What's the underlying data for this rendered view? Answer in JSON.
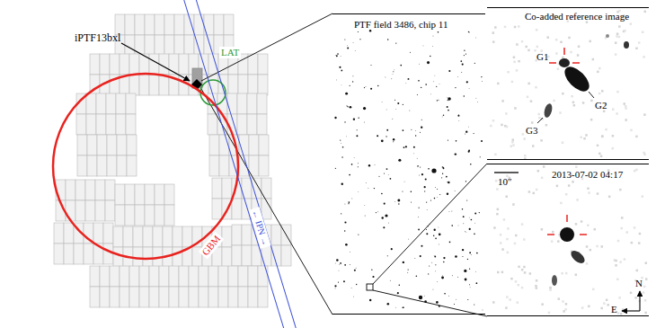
{
  "diagram": {
    "nodes": [
      {
        "text": [
          "LAT"
        ]
      },
      {
        "text": [
          "GBM"
        ]
      },
      {
        "text": [
          "← IPN →"
        ]
      },
      {
        "text": [
          "PTF field 3486, chip 11"
        ]
      },
      {
        "text": [
          "Co-added reference image",
          "G1",
          "G2",
          "G3"
        ]
      },
      {
        "text": [
          "10″",
          "2013-07-02 04:17",
          "N",
          "E"
        ]
      }
    ],
    "labels": [
      "iPTF13bxl"
    ]
  }
}
